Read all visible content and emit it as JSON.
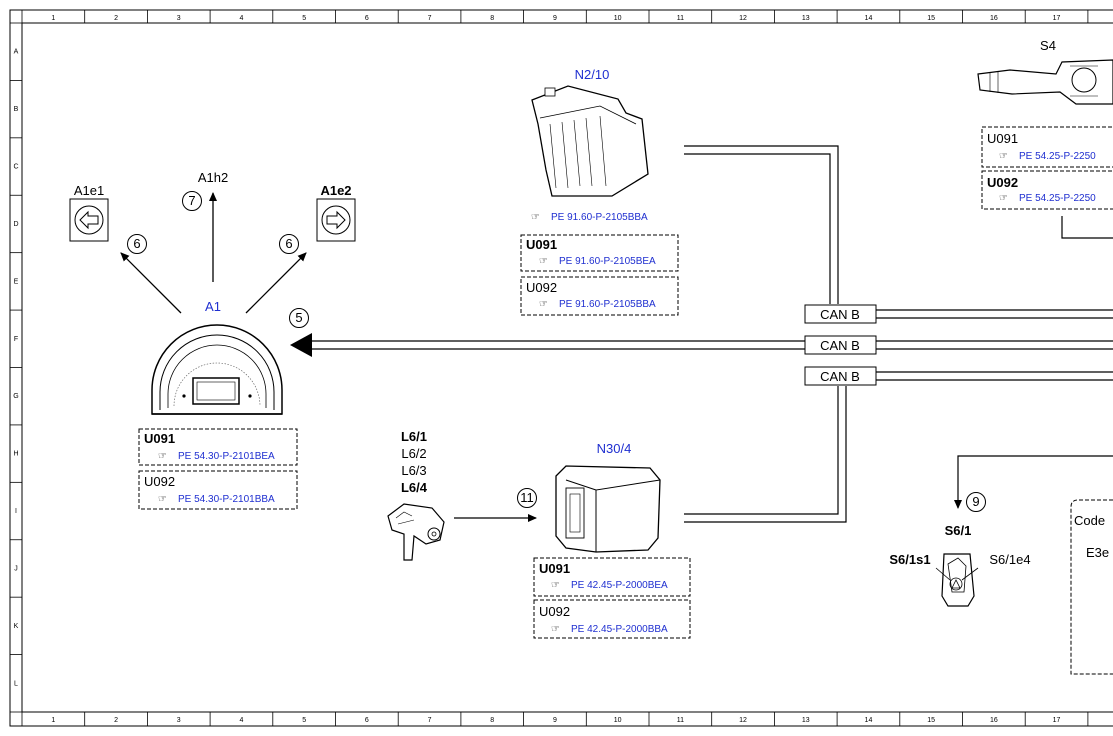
{
  "grid": {
    "columns": [
      "1",
      "2",
      "3",
      "4",
      "5",
      "6",
      "7",
      "8",
      "9",
      "10",
      "11",
      "12",
      "13",
      "14",
      "15",
      "16",
      "17"
    ],
    "rows": [
      "A",
      "B",
      "C",
      "D",
      "E",
      "F",
      "G",
      "H",
      "I",
      "J",
      "K",
      "L"
    ]
  },
  "components": {
    "a1": {
      "label": "A1"
    },
    "a1e1": {
      "label": "A1e1"
    },
    "a1e2": {
      "label": "A1e2"
    },
    "a1h2": {
      "label": "A1h2"
    },
    "n2_10": {
      "label": "N2/10",
      "ref": "PE 91.60-P-2105BBA"
    },
    "n30_4": {
      "label": "N30/4"
    },
    "s4": {
      "label": "S4"
    },
    "s6_1": {
      "label": "S6/1"
    },
    "s6_1s1": {
      "label": "S6/1s1"
    },
    "s6_1e4": {
      "label": "S6/1e4"
    },
    "l6": {
      "labels": [
        "L6/1",
        "L6/2",
        "L6/3",
        "L6/4"
      ]
    },
    "codes_box": {
      "label": "Code",
      "sub": "E3e"
    }
  },
  "circles": [
    "6",
    "7",
    "6",
    "5",
    "11",
    "9"
  ],
  "bus_labels": [
    "CAN B",
    "CAN B",
    "CAN B"
  ],
  "code_boxes": {
    "a1_u091": {
      "code": "U091",
      "ref": "PE 54.30-P-2101BEA"
    },
    "a1_u092": {
      "code": "U092",
      "ref": "PE 54.30-P-2101BBA"
    },
    "n2_u091": {
      "code": "U091",
      "ref": "PE 91.60-P-2105BEA"
    },
    "n2_u092": {
      "code": "U092",
      "ref": "PE 91.60-P-2105BBA"
    },
    "n30_u091": {
      "code": "U091",
      "ref": "PE 42.45-P-2000BEA"
    },
    "n30_u092": {
      "code": "U092",
      "ref": "PE 42.45-P-2000BBA"
    },
    "s4_u091": {
      "code": "U091",
      "ref": "PE 54.25-P-2250"
    },
    "s4_u092": {
      "code": "U092",
      "ref": "PE 54.25-P-2250"
    }
  },
  "hand_icon": "pointing-hand-icon"
}
